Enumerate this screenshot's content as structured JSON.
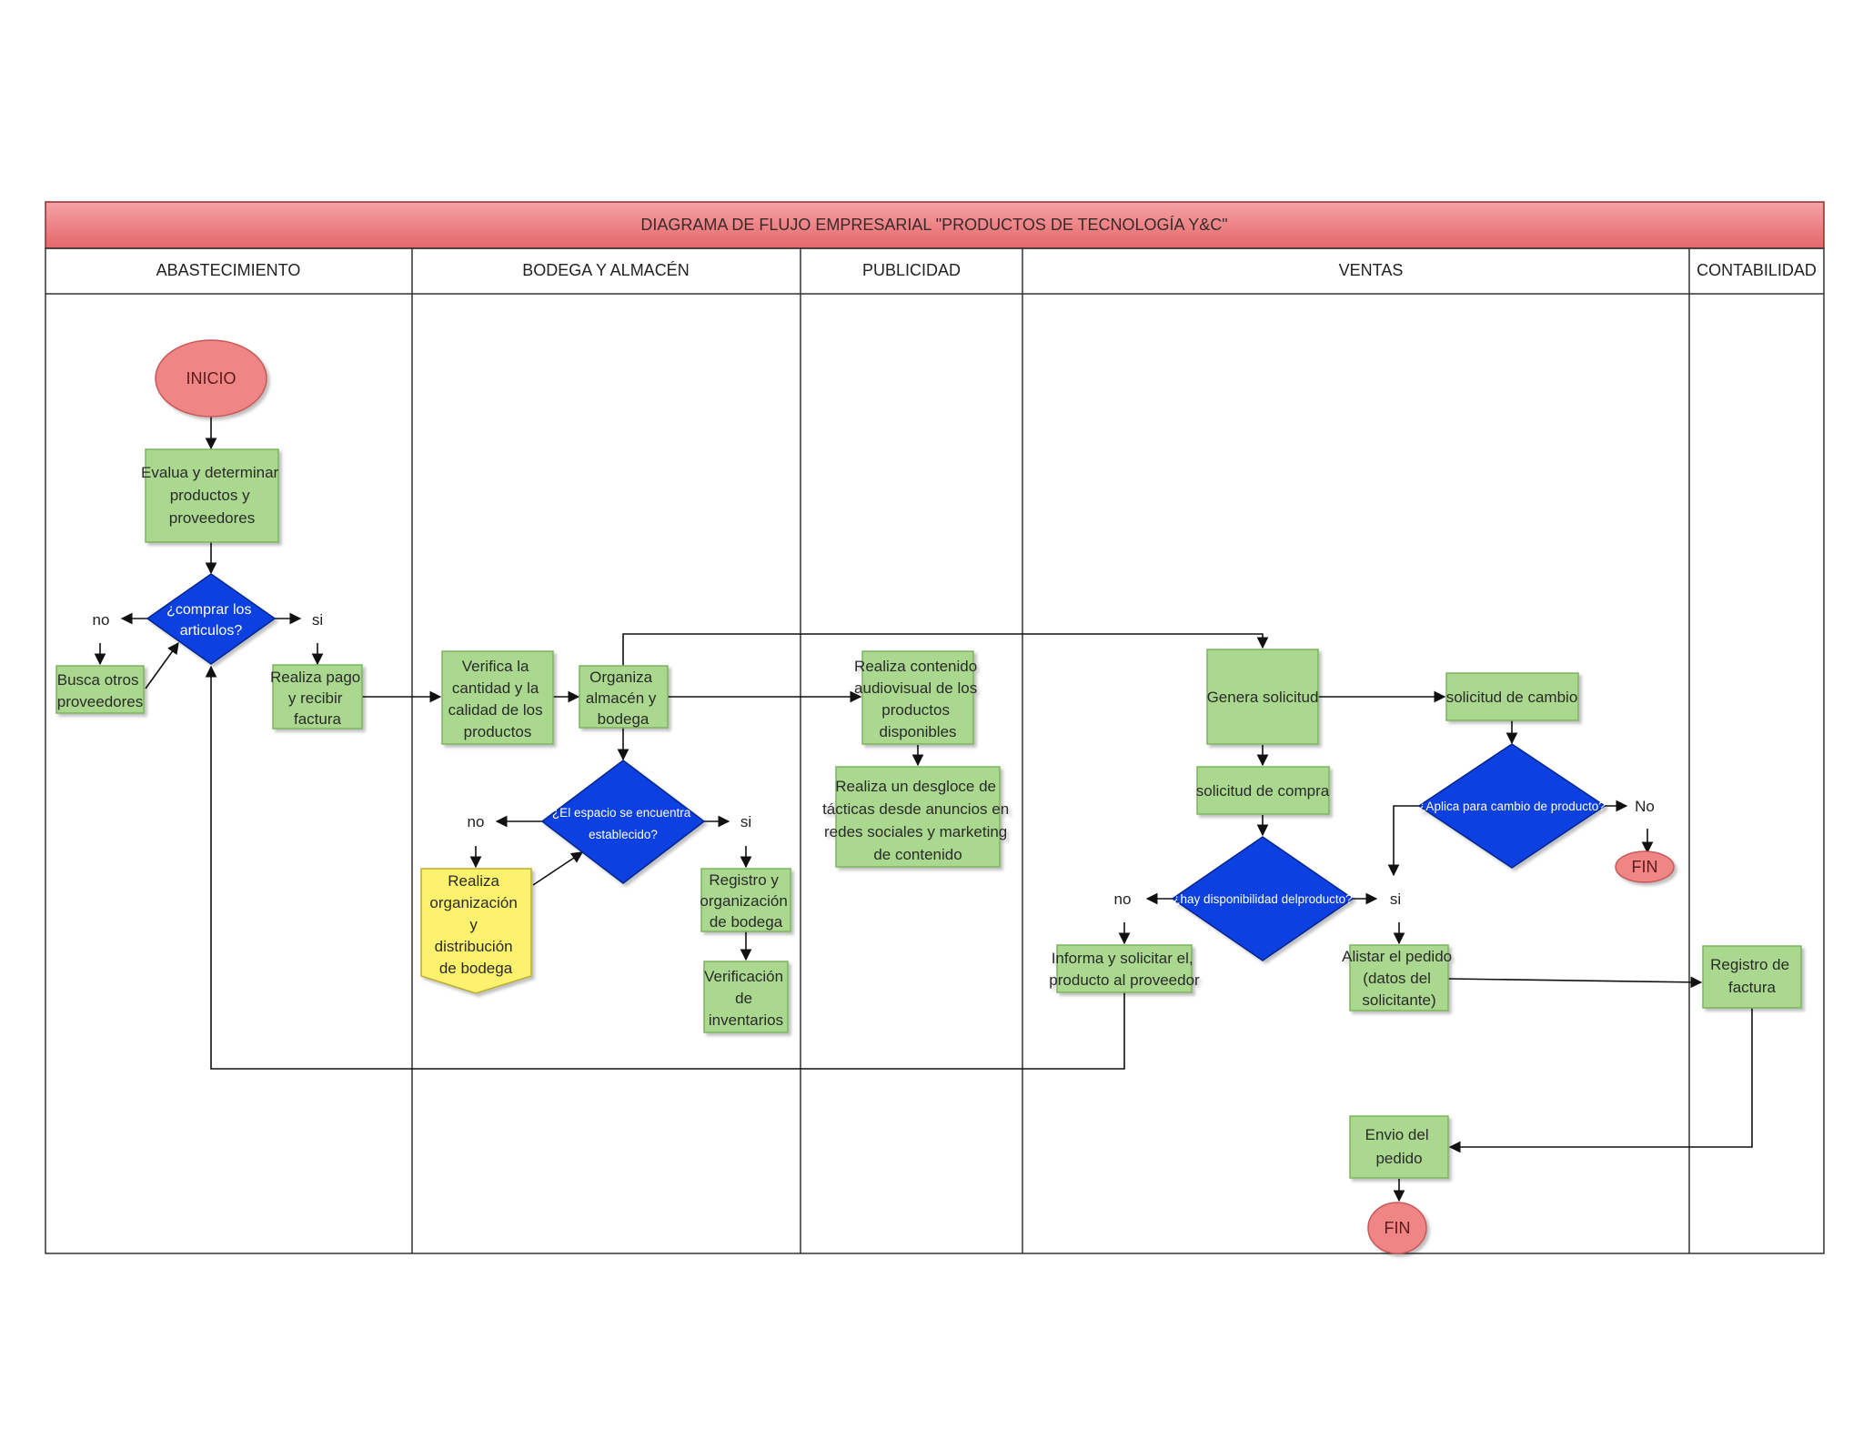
{
  "title": "DIAGRAMA DE FLUJO EMPRESARIAL \"PRODUCTOS DE TECNOLOGÍA Y&C\"",
  "lanes": [
    "ABASTECIMIENTO",
    "BODEGA Y ALMACÉN",
    "PUBLICIDAD",
    "VENTAS",
    "CONTABILIDAD"
  ],
  "colors": {
    "header_fill": "#ef7f82",
    "process_fill": "#a9d88e",
    "process_stroke": "#7bb35f",
    "decision_fill": "#0b3fe0",
    "terminal_fill": "#ef8585",
    "terminal_stroke": "#c85858",
    "note_fill": "#fdf26d",
    "note_stroke": "#b9ad2f"
  },
  "nodes": {
    "inicio": "INICIO",
    "evalua": [
      "Evalua y determinar",
      "productos y",
      "proveedores"
    ],
    "comprar": [
      "¿comprar los",
      "articulos?"
    ],
    "busca": [
      "Busca otros",
      "proveedores"
    ],
    "realiza_pago": [
      "Realiza pago",
      "y recibir",
      "factura"
    ],
    "verifica": [
      "Verifica la",
      "cantidad y la",
      "calidad de los",
      "productos"
    ],
    "organiza": [
      "Organiza",
      "almacén y",
      "bodega"
    ],
    "espacio": [
      "¿El espacio se encuentra",
      "establecido?"
    ],
    "realiza_org": [
      "Realiza",
      "organización",
      "y",
      "distribución",
      "de bodega"
    ],
    "registro_org": [
      "Registro y",
      "organización",
      "de bodega"
    ],
    "verif_inv": [
      "Verificación",
      "de",
      "inventarios"
    ],
    "contenido": [
      "Realiza contenido",
      "audiovisual de los",
      "productos",
      "disponibles"
    ],
    "desgloce": [
      "Realiza un desgloce de",
      "tácticas desde anuncios en",
      "redes sociales y marketing",
      "de contenido"
    ],
    "genera": "Genera solicitud",
    "sol_compra": "solicitud de compra",
    "sol_cambio": "solicitud de cambio",
    "aplica": "¿Aplica para cambio de producto?",
    "fin1": "FIN",
    "hay": "¿hay disponibilidad delproducto?",
    "informa": [
      "Informa y solicitar el,",
      "producto al proveedor"
    ],
    "alistar": [
      "Alistar el pedido",
      "(datos del",
      "solicitante)"
    ],
    "registro_fac": [
      "Registro de",
      "factura"
    ],
    "envio": [
      "Envio del",
      "pedido"
    ],
    "fin2": "FIN"
  },
  "edge_labels": {
    "comprar_no": "no",
    "comprar_si": "si",
    "espacio_no": "no",
    "espacio_si": "si",
    "hay_no": "no",
    "hay_si": "si",
    "aplica_no": "No"
  }
}
